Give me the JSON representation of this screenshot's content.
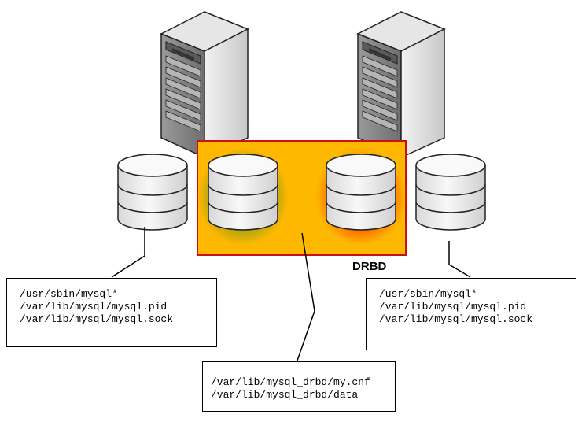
{
  "drbd_label": "DRBD",
  "boxes": {
    "left": [
      "/usr/sbin/mysql*",
      "/var/lib/mysql/mysql.pid",
      "/var/lib/mysql/mysql.sock"
    ],
    "right": [
      "/usr/sbin/mysql*",
      "/var/lib/mysql/mysql.pid",
      "/var/lib/mysql/mysql.sock"
    ],
    "center": [
      "/var/lib/mysql_drbd/my.cnf",
      "/var/lib/mysql_drbd/data"
    ]
  },
  "colors": {
    "drbd_fill": "#ffb800",
    "drbd_border": "#cc1010",
    "glow_left": "#8a9a1a",
    "glow_right": "#ff3300",
    "disk_fill": "#efefef",
    "server_body": "#8a8a8a"
  },
  "icons": [
    "server-icon",
    "database-disk-icon"
  ]
}
